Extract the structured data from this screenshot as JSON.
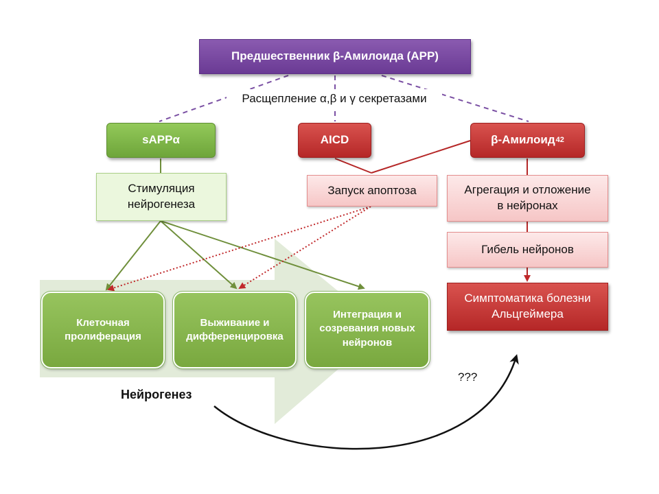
{
  "app": {
    "label": "Предшественник β-Амилоида (APP)"
  },
  "cleavage": {
    "label": "Расщепление α,β и γ секретазами"
  },
  "products": {
    "sapp": {
      "label": "sAPPα"
    },
    "aicd": {
      "label": "AICD"
    },
    "abeta": {
      "label": "β-Амилоид",
      "subscript": "42"
    }
  },
  "effects": {
    "neurogenesis_stim": {
      "label": "Стимуляция\nнейрогенеза"
    },
    "apoptosis": {
      "label": "Запуск апоптоза"
    },
    "aggregation": {
      "label": "Агрегация  и отложение\nв нейронах"
    },
    "neuron_death": {
      "label": "Гибель нейронов"
    },
    "symptoms": {
      "label": "Симптоматика  болезни\nАльцгеймера"
    }
  },
  "neurogenesis": {
    "label": "Нейрогенез",
    "stages": [
      {
        "label": "Клеточная\nпролиферация"
      },
      {
        "label": "Выживание и\nдифференцировка"
      },
      {
        "label": "Интеграция и\nсозревания новых\nнейронов"
      }
    ]
  },
  "question": {
    "label": "???"
  },
  "colors": {
    "purple": "#6a3a94",
    "green": "#77a83f",
    "red": "#b52727",
    "arrow_green": "#6f8f3b",
    "arrow_red": "#c0282a",
    "dashed_purple": "#7a4fa3"
  }
}
